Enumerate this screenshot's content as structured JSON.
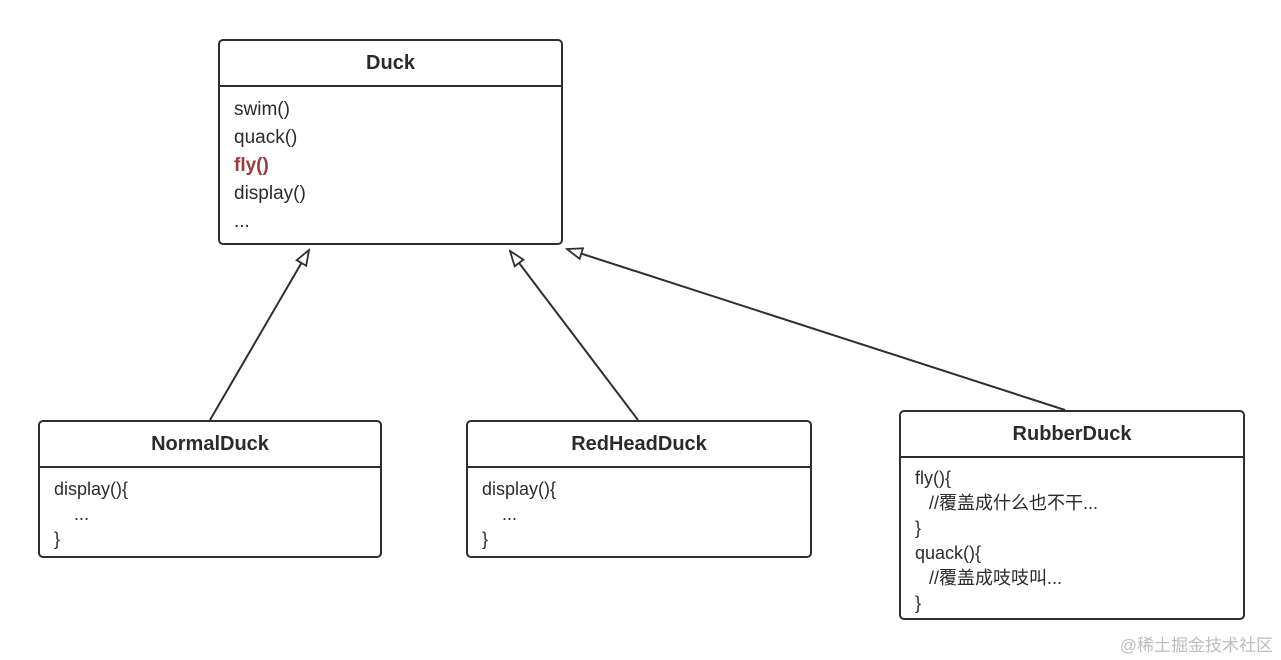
{
  "diagram": {
    "type": "uml-class-diagram",
    "background_color": "#ffffff",
    "stroke_color": "#2e2e2e",
    "text_color": "#2b2b2b",
    "highlight_color": "#9e3a3a",
    "watermark": "@稀土掘金技术社区",
    "classes": [
      {
        "name": "Duck",
        "members": [
          "swim()",
          "quack()",
          "fly()",
          "display()",
          "..."
        ]
      },
      {
        "name": "NormalDuck",
        "members": [
          "display(){",
          "...",
          "}"
        ]
      },
      {
        "name": "RedHeadDuck",
        "members": [
          "display(){",
          "...",
          "}"
        ]
      },
      {
        "name": "RubberDuck",
        "members": [
          "fly(){",
          "//覆盖成什么也不干...",
          "}",
          "quack(){",
          "//覆盖成吱吱叫...",
          "}"
        ]
      }
    ],
    "relations": [
      {
        "from": "NormalDuck",
        "to": "Duck",
        "type": "generalization"
      },
      {
        "from": "RedHeadDuck",
        "to": "Duck",
        "type": "generalization"
      },
      {
        "from": "RubberDuck",
        "to": "Duck",
        "type": "generalization"
      }
    ]
  }
}
